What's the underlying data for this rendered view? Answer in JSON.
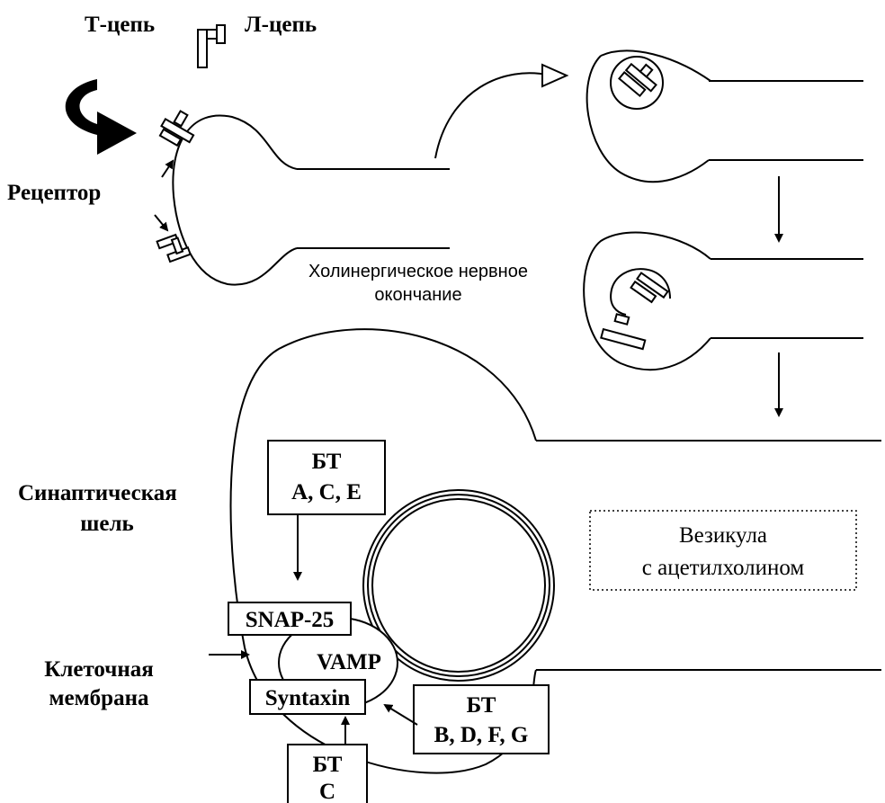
{
  "labels": {
    "t_chain": "Т-цепь",
    "l_chain": "Л-цепь",
    "receptor": "Рецептор",
    "cholinergic_line1": "Холинергическое нервное",
    "cholinergic_line2": "окончание",
    "synaptic_line1": "Синаптическая",
    "synaptic_line2": "шель",
    "membrane_line1": "Клеточная",
    "membrane_line2": "мембрана",
    "vesicle_line1": "Везикула",
    "vesicle_line2": "с ацетилхолином"
  },
  "boxes": {
    "bt_ace_title": "БТ",
    "bt_ace_types": "A, C, E",
    "snap25": "SNAP-25",
    "vamp": "VAMP",
    "syntaxin": "Syntaxin",
    "bt_bdfg_title": "БТ",
    "bt_bdfg_types": "B, D, F, G",
    "bt_c_title": "БТ",
    "bt_c_types": "C"
  }
}
